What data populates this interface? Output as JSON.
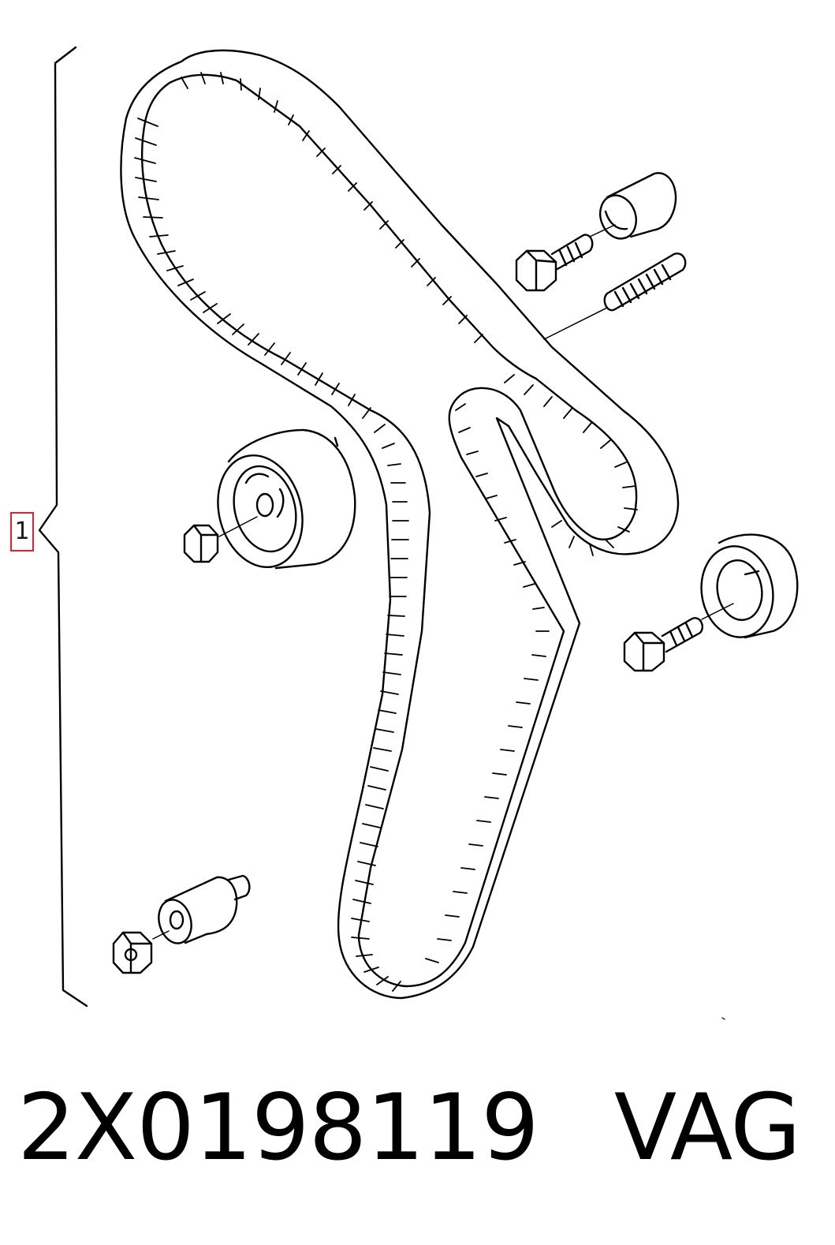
{
  "callout": {
    "label": "1"
  },
  "footer": {
    "part_number": "2X0198119",
    "brand": "VAG"
  },
  "colors": {
    "line": "#000000",
    "callout_border": "#e0202a"
  },
  "icons": [
    "timing-belt-icon",
    "tensioner-pulley-icon",
    "idler-roller-icon",
    "flange-nut-icon",
    "hex-bolt-icon",
    "stud-icon",
    "spacer-sleeve-icon"
  ]
}
